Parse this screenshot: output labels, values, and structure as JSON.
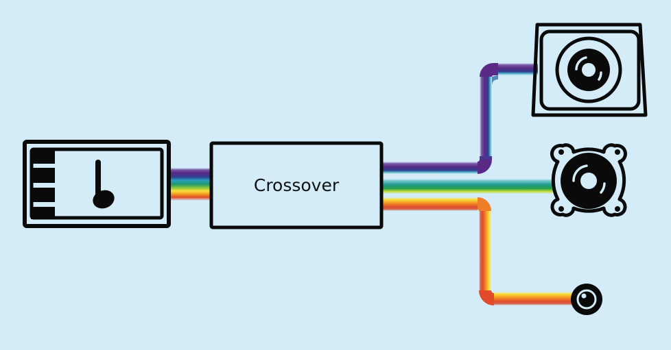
{
  "diagram": {
    "title": "",
    "background_color": "#d3ecf8",
    "outline_color": "#0a0a0a",
    "nodes": {
      "source": {
        "kind": "audio-source",
        "icon": "music-note-icon",
        "label": ""
      },
      "crossover": {
        "kind": "processor",
        "label": "Crossover"
      },
      "woofer": {
        "kind": "speaker-cabinet",
        "icon": "woofer-speaker-icon",
        "band": "low"
      },
      "midrange": {
        "kind": "speaker-driver",
        "icon": "midrange-speaker-icon",
        "band": "mid"
      },
      "tweeter": {
        "kind": "tweeter",
        "icon": "tweeter-icon",
        "band": "high"
      }
    },
    "signal_bands": [
      {
        "name": "low",
        "colors": [
          "#5b2a86",
          "#2f3f8f",
          "#2a9fbf"
        ]
      },
      {
        "name": "mid",
        "colors": [
          "#1f9a8c",
          "#2aa04a",
          "#c9de3c"
        ]
      },
      {
        "name": "high",
        "colors": [
          "#f7e03c",
          "#f59a23",
          "#df4b2b"
        ]
      }
    ],
    "connections": [
      {
        "from": "source",
        "to": "crossover",
        "bands": [
          "low",
          "mid",
          "high"
        ]
      },
      {
        "from": "crossover",
        "to": "woofer",
        "band": "low"
      },
      {
        "from": "crossover",
        "to": "midrange",
        "band": "mid"
      },
      {
        "from": "crossover",
        "to": "tweeter",
        "band": "high"
      }
    ]
  }
}
